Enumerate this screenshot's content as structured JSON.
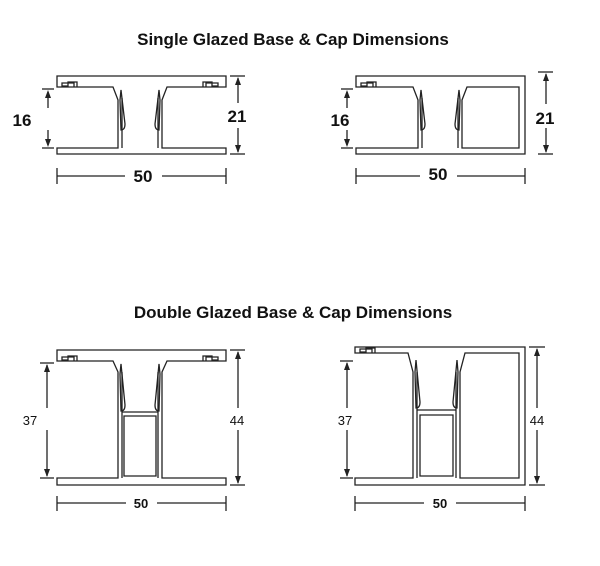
{
  "single": {
    "title": "Single Glazed Base & Cap Dimensions",
    "left": {
      "inner_height": "16",
      "total_height": "21",
      "width": "50"
    },
    "right": {
      "inner_height": "16",
      "total_height": "21",
      "width": "50"
    }
  },
  "double": {
    "title": "Double Glazed Base & Cap Dimensions",
    "left": {
      "inner_height": "37",
      "total_height": "44",
      "width": "50"
    },
    "right": {
      "inner_height": "37",
      "total_height": "44",
      "width": "50"
    }
  }
}
